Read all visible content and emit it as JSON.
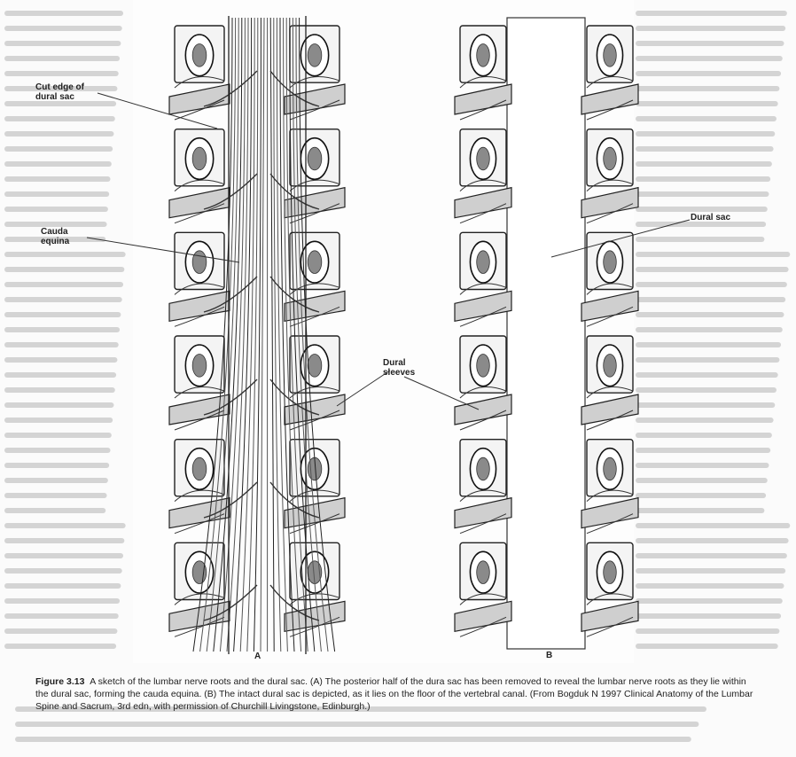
{
  "figure": {
    "labels": {
      "cut_edge": "Cut edge of\ndural sac",
      "cauda": "Cauda\nequina",
      "dural_sleeves": "Dural\nsleeves",
      "dural_sac": "Dural sac",
      "panel_a": "A",
      "panel_b": "B"
    },
    "caption": {
      "number": "Figure 3.13",
      "text": "A sketch of the lumbar nerve roots and the dural sac. (A) The posterior half of the dura sac has been removed to reveal the lumbar nerve roots as they lie within the dural sac, forming the cauda equina. (B) The intact dural sac is depicted, as it lies on the floor of the vertebral canal. (From Bogduk N 1997 Clinical Anatomy of the Lumbar Spine and Sacrum, 3rd edn, with permission of Churchill Livingstone, Edinburgh.)"
    }
  }
}
